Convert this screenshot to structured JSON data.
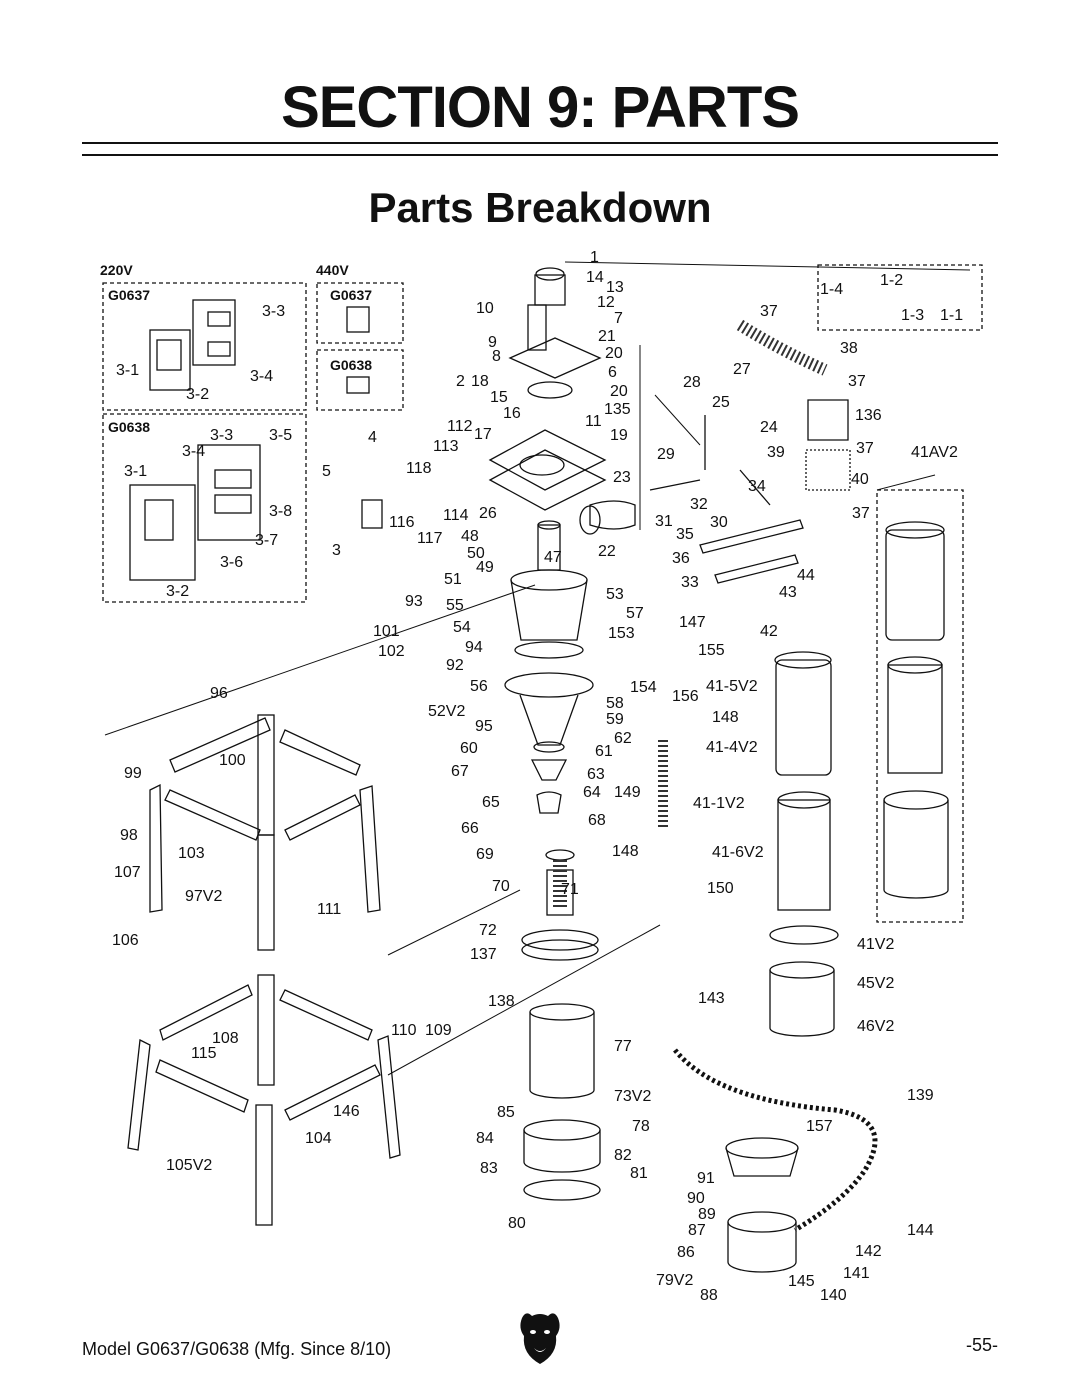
{
  "section_title": "SECTION 9: PARTS",
  "subtitle": "Parts Breakdown",
  "footer": {
    "model": "Model G0637/G0638 (Mfg. Since 8/10)",
    "page": "-55-"
  },
  "boxes": {
    "v220": "220V",
    "v440": "440V",
    "g0637_a": "G0637",
    "g0637_b": "G0637",
    "g0638_a": "G0638",
    "g0638_b": "G0638"
  },
  "callouts": [
    "1",
    "14",
    "13",
    "12",
    "7",
    "21",
    "20",
    "6",
    "20",
    "135",
    "11",
    "19",
    "23",
    "10",
    "9",
    "8",
    "18",
    "15",
    "16",
    "17",
    "112",
    "113",
    "118",
    "116",
    "114",
    "117",
    "4",
    "5",
    "3",
    "2",
    "26",
    "48",
    "50",
    "49",
    "51",
    "47",
    "22",
    "53",
    "57",
    "93",
    "55",
    "101",
    "54",
    "94",
    "102",
    "92",
    "153",
    "147",
    "155",
    "56",
    "154",
    "156",
    "52V2",
    "58",
    "59",
    "62",
    "95",
    "60",
    "61",
    "67",
    "63",
    "64",
    "149",
    "65",
    "68",
    "66",
    "69",
    "148",
    "70",
    "71",
    "150",
    "72",
    "137",
    "138",
    "143",
    "110",
    "109",
    "77",
    "73V2",
    "85",
    "78",
    "84",
    "82",
    "83",
    "81",
    "80",
    "157",
    "91",
    "90",
    "89",
    "87",
    "86",
    "79V2",
    "88",
    "145",
    "140",
    "141",
    "142",
    "144",
    "139",
    "96",
    "100",
    "99",
    "98",
    "103",
    "107",
    "97V2",
    "111",
    "106",
    "108",
    "115",
    "146",
    "104",
    "105V2",
    "37",
    "38",
    "28",
    "27",
    "25",
    "24",
    "37",
    "136",
    "29",
    "39",
    "37",
    "41AV2",
    "40",
    "34",
    "32",
    "30",
    "31",
    "35",
    "37",
    "36",
    "44",
    "33",
    "43",
    "42",
    "41-5V2",
    "148",
    "41-4V2",
    "41-1V2",
    "41-6V2",
    "41V2",
    "45V2",
    "46V2",
    "1-4",
    "1-2",
    "1-3",
    "1-1",
    "3-3",
    "3-1",
    "3-4",
    "3-2",
    "3-3",
    "3-5",
    "3-4",
    "3-1",
    "3-8",
    "3-7",
    "3-6",
    "3-2"
  ]
}
